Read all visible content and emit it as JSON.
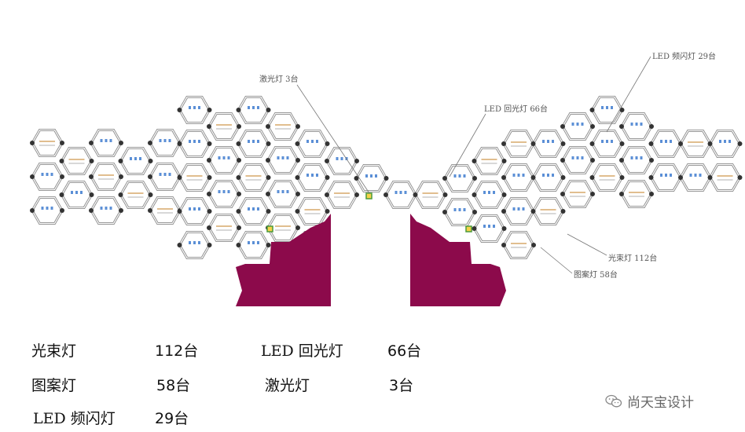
{
  "callouts": {
    "laser": "激光灯 3台",
    "led_back": "LED 回光灯 66台",
    "led_strobe": "LED 频闪灯 29台",
    "beam": "光束灯 112台",
    "pattern": "图案灯 58台"
  },
  "legend": {
    "beam_name": "光束灯",
    "beam_count": "112台",
    "led_back_name": "LED 回光灯",
    "led_back_count": "66台",
    "pattern_name": "图案灯",
    "pattern_count": "58台",
    "laser_name": "激光灯",
    "laser_count": "3台",
    "led_strobe_name": "LED 频闪灯",
    "led_strobe_count": "29台"
  },
  "watermark": {
    "text": "尚天宝设计",
    "icon": "wechat-icon"
  },
  "colors": {
    "stage_block": "#8c0a4b",
    "hex_stroke": "#8a8a8a",
    "node": "#333333",
    "light_blue": "#5b8fd6",
    "light_amber": "#d7a86a"
  }
}
